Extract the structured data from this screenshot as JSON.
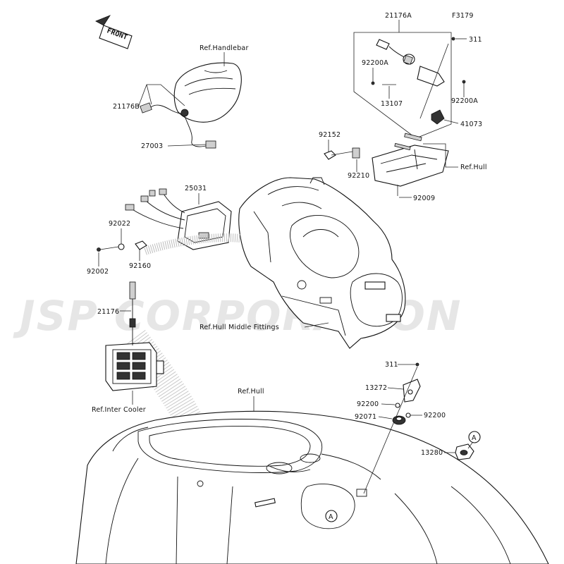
{
  "diagram": {
    "figure_code": "F3179",
    "front_label": "FRONT",
    "watermark": "JSP CORPORATION",
    "labels": {
      "ref_handlebar": "Ref.Handlebar",
      "p21176B": "21176B",
      "p27003": "27003",
      "p21176A": "21176A",
      "p311_top": "311",
      "p92200A_left": "92200A",
      "p92200A_right": "92200A",
      "p13107": "13107",
      "p41073": "41073",
      "p92152": "92152",
      "p92210": "92210",
      "ref_hull_top": "Ref.Hull",
      "p92009": "92009",
      "p25031": "25031",
      "p92022": "92022",
      "p92002": "92002",
      "p92160": "92160",
      "p21176": "21176",
      "ref_hull_middle": "Ref.Hull Middle Fittings",
      "ref_inter_cooler": "Ref.Inter Cooler",
      "ref_hull": "Ref.Hull",
      "p311_bottom": "311",
      "p13272": "13272",
      "p92200_left": "92200",
      "p92200_right": "92200",
      "p92071": "92071",
      "p13280": "13280",
      "callout_a_top": "A",
      "callout_a_bottom": "A"
    }
  }
}
